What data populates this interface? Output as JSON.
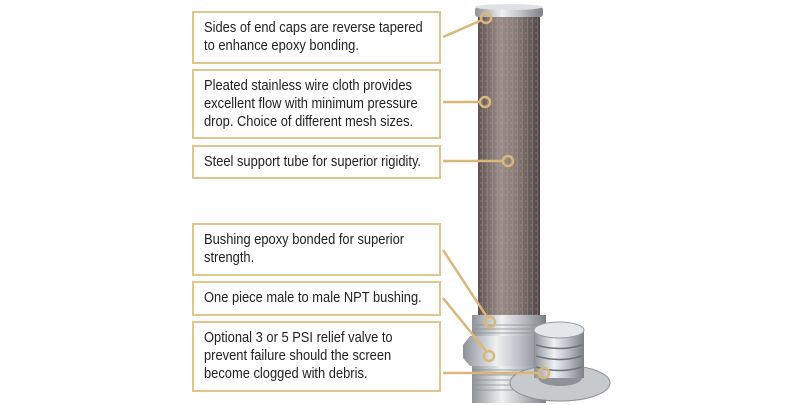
{
  "callouts": [
    {
      "text": "Sides of end caps are reverse tapered\nto enhance epoxy bonding."
    },
    {
      "text": "Pleated stainless wire cloth provides\nexcellent flow with minimum pressure\ndrop. Choice of different mesh sizes."
    },
    {
      "text": "Steel support tube for superior rigidity."
    },
    {
      "text": "Bushing epoxy bonded for superior\nstrength."
    },
    {
      "text": "One piece male to male NPT bushing."
    },
    {
      "text": "Optional 3 or 5 PSI relief valve to\nprevent failure should the screen\nbecome clogged with debris."
    }
  ],
  "colors": {
    "accent": "#d9b77a",
    "mesh": "#7d6f6c",
    "steel": "#c9ccd0"
  }
}
